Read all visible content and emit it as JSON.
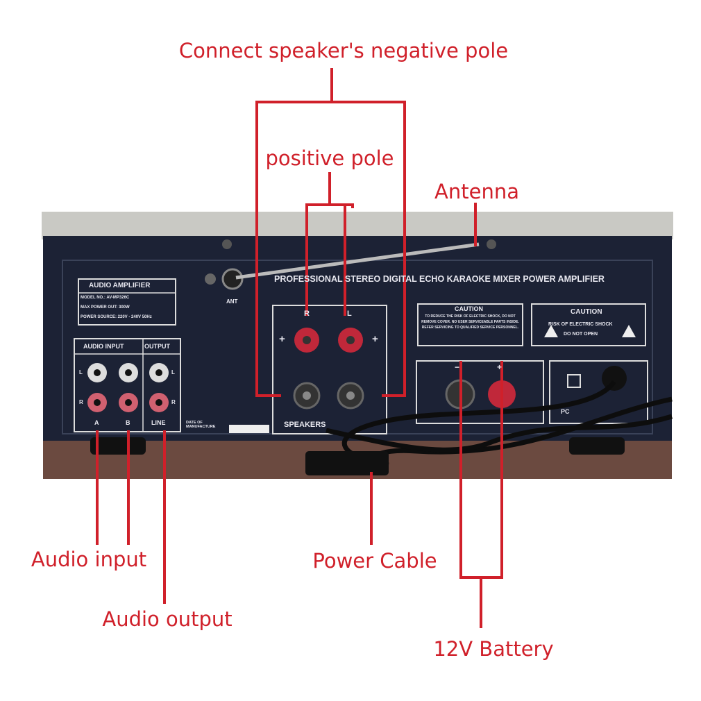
{
  "annotations": {
    "negative_pole": "Connect speaker's negative pole",
    "positive_pole": "positive pole",
    "antenna": "Antenna",
    "audio_input": "Audio input",
    "audio_output": "Audio output",
    "power_cable": "Power Cable",
    "battery": "12V Battery"
  },
  "panel": {
    "title": "PROFESSIONAL STEREO DIGITAL ECHO KARAOKE MIXER POWER AMPLIFIER",
    "label_heading": "AUDIO AMPLIFIER",
    "model": "MODEL NO.: AV-MP326C",
    "max_power": "MAX POWER OUT: 300W",
    "power_source": "POWER SOURCE: 220V - 240V 50Hz",
    "ant": "ANT",
    "audio_input": "AUDIO INPUT",
    "output": "OUTPUT",
    "jack_a": "A",
    "jack_b": "B",
    "jack_line": "LINE",
    "ch_l": "L",
    "ch_r": "R",
    "date": "DATE OF MANUFACTURE",
    "speaker_r": "R",
    "speaker_l": "L",
    "plus": "+",
    "minus": "−",
    "speakers": "SPEAKERS",
    "caution1_title": "CAUTION",
    "caution1_text": "TO REDUCE THE RISK OF ELECTRIC SHOCK, DO NOT REMOVE COVER. NO USER SERVICEABLE PARTS INSIDE. REFER SERVICING TO QUALIFIED SERVICE PERSONNEL.",
    "caution2_title": "CAUTION",
    "caution2_line1": "RISK OF ELECTRIC SHOCK",
    "caution2_line2": "DO NOT OPEN",
    "pc": "PC"
  },
  "colors": {
    "annotation": "#d0202a",
    "panel": "#1c2235",
    "table": "#6b4a40"
  }
}
